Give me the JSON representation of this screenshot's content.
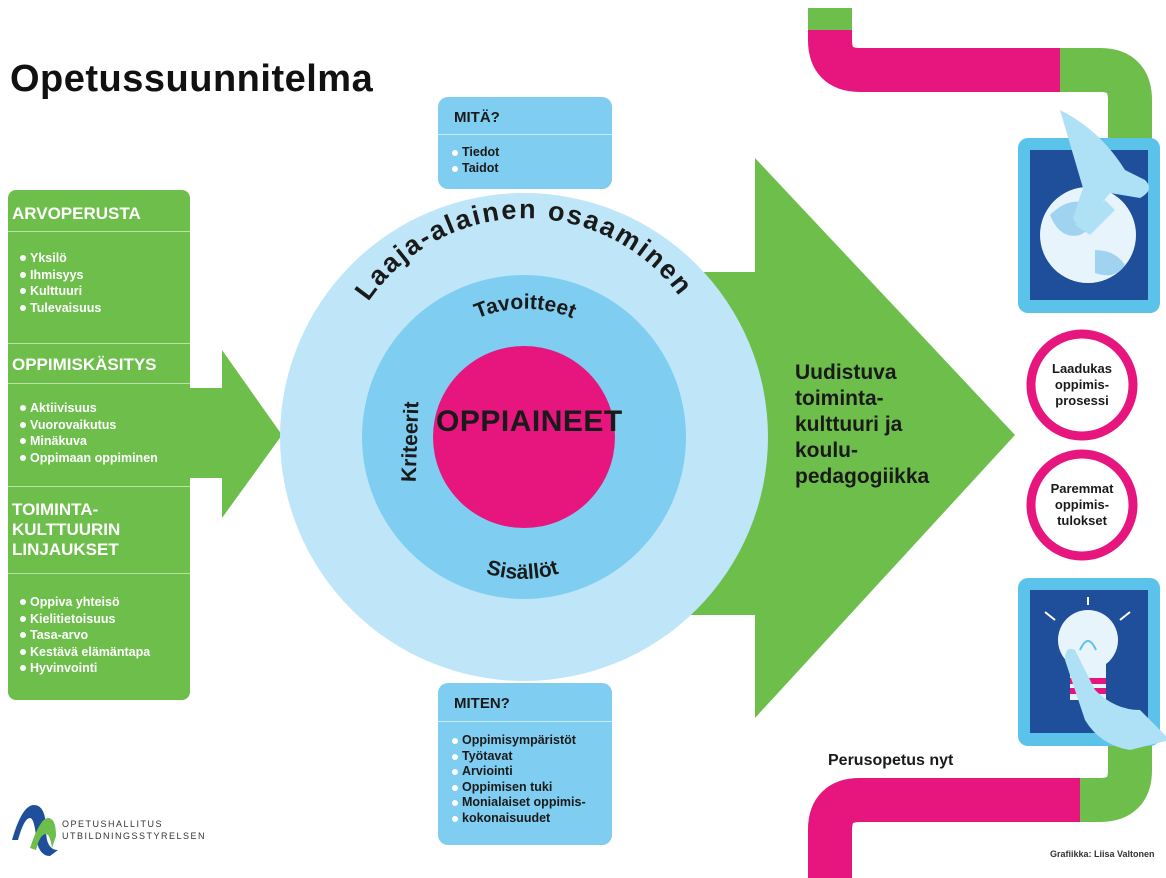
{
  "title": "Opetussuunnitelma",
  "colors": {
    "green": "#6dbe4b",
    "magenta": "#e6167e",
    "light_blue": "#bfe6f8",
    "mid_blue": "#7fcdf0",
    "tablet_blue": "#5bc2ea",
    "tablet_screen": "#1f4e9a"
  },
  "left_panel": {
    "sections": [
      {
        "heading": "ARVOPERUSTA",
        "items": [
          "Yksilö",
          "Ihmisyys",
          "Kulttuuri",
          "Tulevaisuus"
        ]
      },
      {
        "heading": "OPPIMISKÄSITYS",
        "items": [
          "Aktiivisuus",
          "Vuorovaikutus",
          "Minäkuva",
          "Oppimaan oppiminen"
        ]
      },
      {
        "heading_lines": [
          "TOIMINTA-",
          "KULTTUURIN",
          "LINJAUKSET"
        ],
        "items": [
          "Oppiva yhteisö",
          "Kielitietoisuus",
          "Tasa-arvo",
          "Kestävä elämäntapa",
          "Hyvinvointi"
        ]
      }
    ]
  },
  "mita_box": {
    "heading": "MITÄ?",
    "items": [
      "Tiedot",
      "Taidot"
    ]
  },
  "miten_box": {
    "heading": "MITEN?",
    "items": [
      "Oppimisympäristöt",
      "Työtavat",
      "Arviointi",
      "Oppimisen tuki",
      "Monialaiset oppimis-",
      "kokonaisuudet"
    ]
  },
  "circle": {
    "outer_label": "Laaja-alainen osaaminen",
    "top_label": "Tavoitteet",
    "left_label": "Kriteerit",
    "bottom_label": "Sisällöt",
    "center_label": "OPPIAINEET"
  },
  "arrow_text_lines": [
    "Uudistuva",
    "toiminta-",
    "kulttuuri ja",
    "koulu-",
    "pedagogiikka"
  ],
  "outcome_rings": [
    {
      "lines": [
        "Laadukas",
        "oppimis-",
        "prosessi"
      ]
    },
    {
      "lines": [
        "Paremmat",
        "oppimis-",
        "tulokset"
      ]
    }
  ],
  "bottom_label": "Perusopetus nyt",
  "credit": "Grafiikka: Liisa Valtonen",
  "logo": {
    "line1": "OPETUSHALLITUS",
    "line2": "UTBILDNINGSSTYRELSEN"
  }
}
